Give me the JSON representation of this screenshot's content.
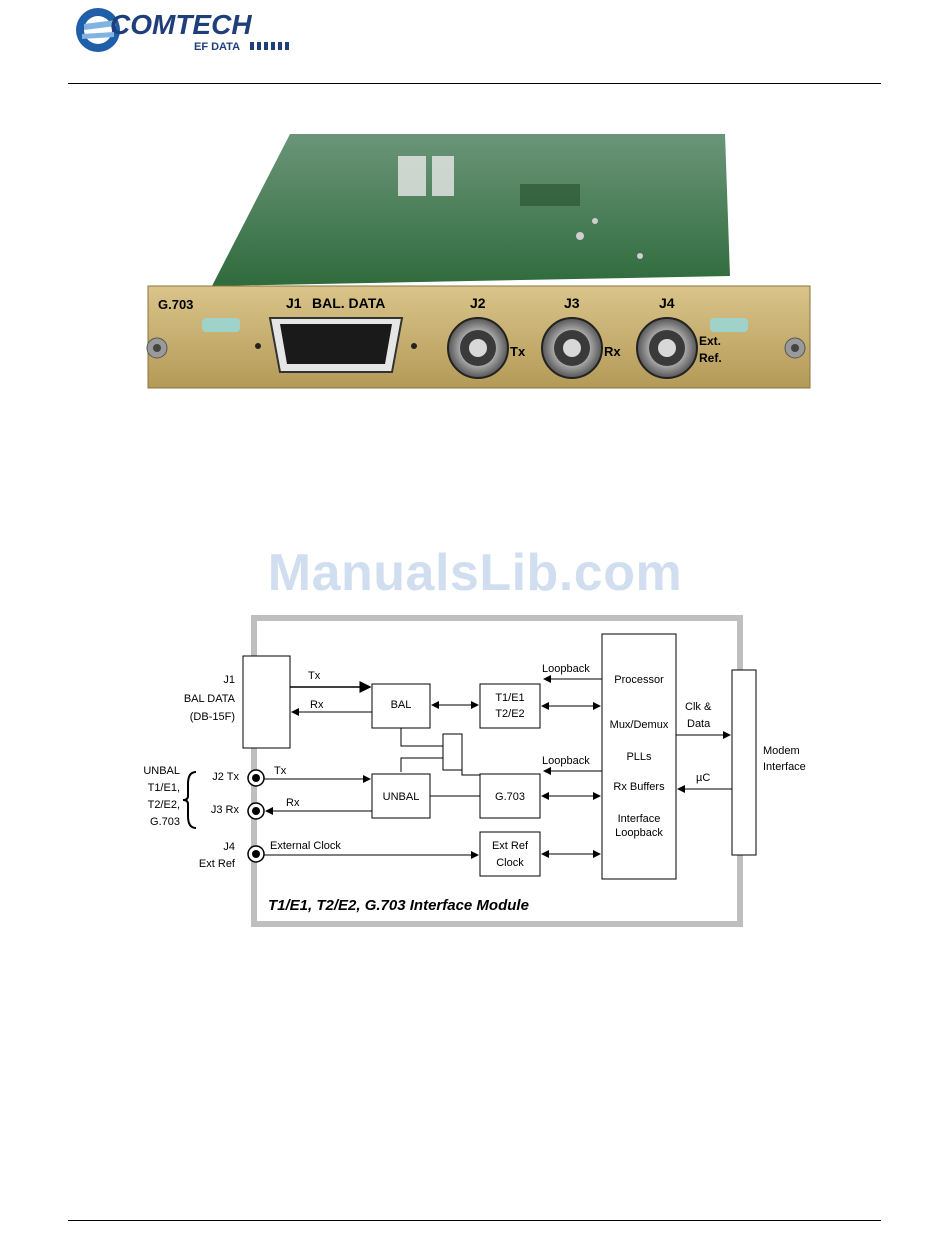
{
  "header": {
    "logo_text": "COMTECH",
    "logo_subtext": "EF DATA"
  },
  "photo": {
    "labels": {
      "g703": "G.703",
      "j1": "J1",
      "bal_data": "BAL. DATA",
      "j2": "J2",
      "j3": "J3",
      "j4": "J4",
      "tx": "Tx",
      "rx": "Rx",
      "ext": "Ext.",
      "ref": "Ref."
    }
  },
  "watermark": "ManualsLib.com",
  "diagram": {
    "j1": {
      "label": "J1",
      "line1": "BAL DATA",
      "line2": "(DB-15F)"
    },
    "tx": "Tx",
    "rx": "Rx",
    "bal": "BAL",
    "t1e1": "T1/E1",
    "t2e2": "T2/E2",
    "loopback_top": "Loopback",
    "loopback_mid": "Loopback",
    "processor": "Processor",
    "mux_demux": "Mux/Demux",
    "plls": "PLLs",
    "rx_buffers": "Rx Buffers",
    "interface": "Interface",
    "loopback_proc": "Loopback",
    "clk_data_1": "Clk &",
    "clk_data_2": "Data",
    "uc": "µC",
    "modem_1": "Modem",
    "modem_2": "Interface",
    "unbal_group": [
      "UNBAL",
      "T1/E1,",
      "T2/E2,",
      "G.703"
    ],
    "j2tx": "J2 Tx",
    "j3rx": "J3 Rx",
    "tx2": "Tx",
    "rx2": "Rx",
    "unbal": "UNBAL",
    "g703": "G.703",
    "j4_1": "J4",
    "j4_2": "Ext Ref",
    "external_clock": "External Clock",
    "ext_ref_1": "Ext Ref",
    "ext_ref_2": "Clock",
    "caption": "T1/E1, T2/E2, G.703 Interface Module"
  }
}
